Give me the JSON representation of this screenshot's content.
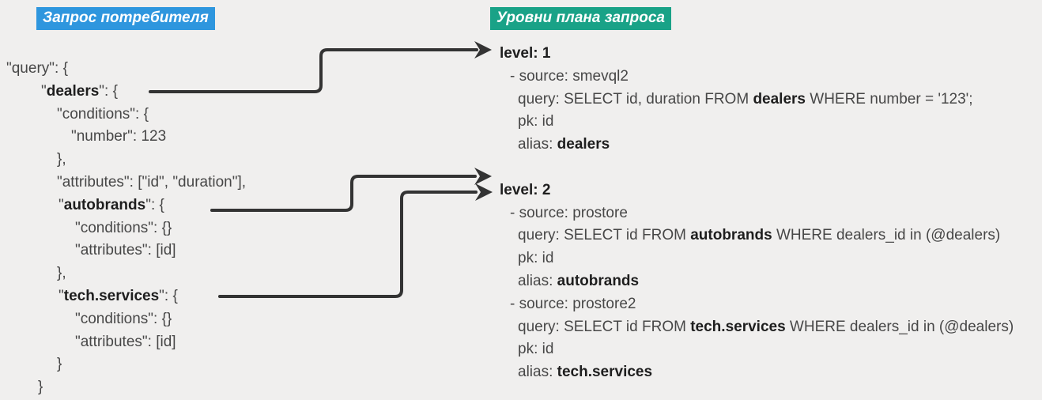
{
  "colors": {
    "background": "#f0efee",
    "arrow": "#333333",
    "left_title_bg": "#2e96de",
    "right_title_bg": "#19a287",
    "text": "#474747",
    "text_bold": "#1e1e1e",
    "title_text": "#ffffff"
  },
  "left_panel": {
    "title": "Запрос потребителя",
    "code_lines": [
      {
        "indent": 0,
        "segments": [
          {
            "text": "\"query\": {",
            "bold": false
          }
        ]
      },
      {
        "indent": 44,
        "segments": [
          {
            "text": "\"",
            "bold": false
          },
          {
            "text": "dealers",
            "bold": true
          },
          {
            "text": "\": {",
            "bold": false
          }
        ]
      },
      {
        "indent": 64,
        "segments": [
          {
            "text": "\"conditions\": {",
            "bold": false
          }
        ]
      },
      {
        "indent": 82,
        "segments": [
          {
            "text": "\"number\": 123",
            "bold": false
          }
        ]
      },
      {
        "indent": 64,
        "segments": [
          {
            "text": "},",
            "bold": false
          }
        ]
      },
      {
        "indent": 64,
        "segments": [
          {
            "text": "\"attributes\": [\"id\", \"duration\"],",
            "bold": false
          }
        ]
      },
      {
        "indent": 66,
        "segments": [
          {
            "text": "\"",
            "bold": false
          },
          {
            "text": "autobrands",
            "bold": true
          },
          {
            "text": "\": {",
            "bold": false
          }
        ]
      },
      {
        "indent": 87,
        "segments": [
          {
            "text": "\"conditions\": {}",
            "bold": false
          }
        ]
      },
      {
        "indent": 87,
        "segments": [
          {
            "text": "\"attributes\": [id]",
            "bold": false
          }
        ]
      },
      {
        "indent": 64,
        "segments": [
          {
            "text": "},",
            "bold": false
          }
        ]
      },
      {
        "indent": 66,
        "segments": [
          {
            "text": "\"",
            "bold": false
          },
          {
            "text": "tech.services",
            "bold": true
          },
          {
            "text": "\": {",
            "bold": false
          }
        ]
      },
      {
        "indent": 87,
        "segments": [
          {
            "text": "\"conditions\": {}",
            "bold": false
          }
        ]
      },
      {
        "indent": 87,
        "segments": [
          {
            "text": "\"attributes\": [id]",
            "bold": false
          }
        ]
      },
      {
        "indent": 64,
        "segments": [
          {
            "text": "}",
            "bold": false
          }
        ]
      },
      {
        "indent": 40,
        "segments": [
          {
            "text": "}",
            "bold": false
          }
        ]
      }
    ]
  },
  "right_panel": {
    "title": "Уровни плана запроса",
    "levels": [
      {
        "label": "level: 1",
        "entries": [
          {
            "source": "- source: smevql2",
            "query_segments": [
              {
                "text": "query: SELECT id, duration FROM ",
                "bold": false
              },
              {
                "text": "dealers",
                "bold": true
              },
              {
                "text": " WHERE number = '123';",
                "bold": false
              }
            ],
            "pk": "pk: id",
            "alias_segments": [
              {
                "text": "alias: ",
                "bold": false
              },
              {
                "text": "dealers",
                "bold": true
              }
            ]
          }
        ]
      },
      {
        "label": "level: 2",
        "entries": [
          {
            "source": "- source: prostore",
            "query_segments": [
              {
                "text": "query: SELECT id FROM ",
                "bold": false
              },
              {
                "text": "autobrands",
                "bold": true
              },
              {
                "text": " WHERE dealers_id in (@dealers)",
                "bold": false
              }
            ],
            "pk": "pk: id",
            "alias_segments": [
              {
                "text": "alias: ",
                "bold": false
              },
              {
                "text": "autobrands",
                "bold": true
              }
            ]
          },
          {
            "source": "- source: prostore2",
            "query_segments": [
              {
                "text": "query: SELECT id FROM ",
                "bold": false
              },
              {
                "text": "tech.services",
                "bold": true
              },
              {
                "text": " WHERE dealers_id in (@dealers)",
                "bold": false
              }
            ],
            "pk": "pk: id",
            "alias_segments": [
              {
                "text": "alias: ",
                "bold": false
              },
              {
                "text": "tech.services",
                "bold": true
              }
            ]
          }
        ]
      }
    ]
  },
  "arrows": [
    {
      "from": "dealers",
      "to": "level: 1"
    },
    {
      "from": "autobrands",
      "to": "level: 2"
    },
    {
      "from": "tech.services",
      "to": "level: 2"
    }
  ]
}
